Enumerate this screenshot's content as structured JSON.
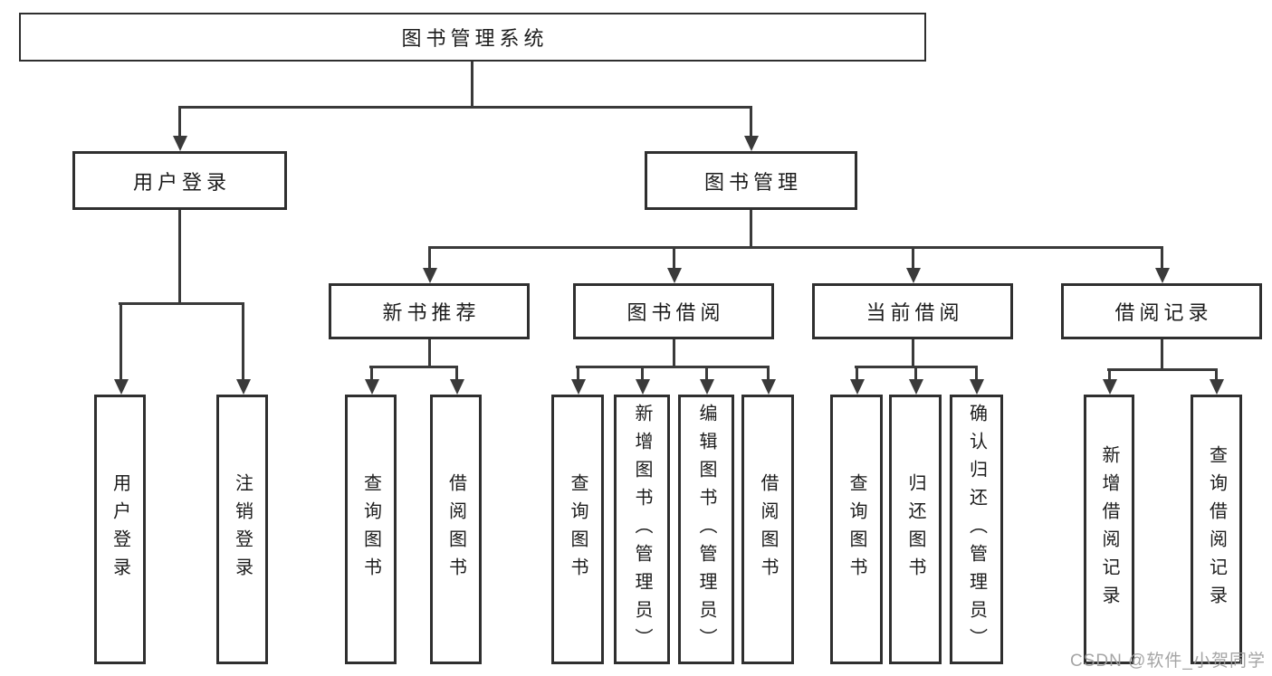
{
  "diagram": {
    "type": "hierarchy-tree",
    "title": "图书管理系统"
  },
  "nodes": {
    "root": "图书管理系统",
    "user_login": "用户登录",
    "book_management": "图书管理",
    "new_book_recommend": "新书推荐",
    "book_borrow": "图书借阅",
    "current_borrow": "当前借阅",
    "borrow_records": "借阅记录",
    "leaf_user_login": "用户登录",
    "leaf_logout": "注销登录",
    "leaf_query_books_a": "查询图书",
    "leaf_borrow_books_a": "借阅图书",
    "leaf_query_books_b": "查询图书",
    "leaf_add_books_admin": "新增图书（管理员）",
    "leaf_edit_books_admin": "编辑图书（管理员）",
    "leaf_borrow_books_b": "借阅图书",
    "leaf_query_books_c": "查询图书",
    "leaf_return_books": "归还图书",
    "leaf_confirm_return_admin": "确认归还（管理员）",
    "leaf_add_borrow_record": "新增借阅记录",
    "leaf_query_borrow_record": "查询借阅记录"
  },
  "watermark": "CSDN @软件_小贺同学",
  "colors": {
    "line": "#3a3a3a",
    "box_border": "#2f2f2f",
    "text": "#1c1c1c",
    "watermark": "#9e9e9e",
    "background": "#ffffff"
  }
}
